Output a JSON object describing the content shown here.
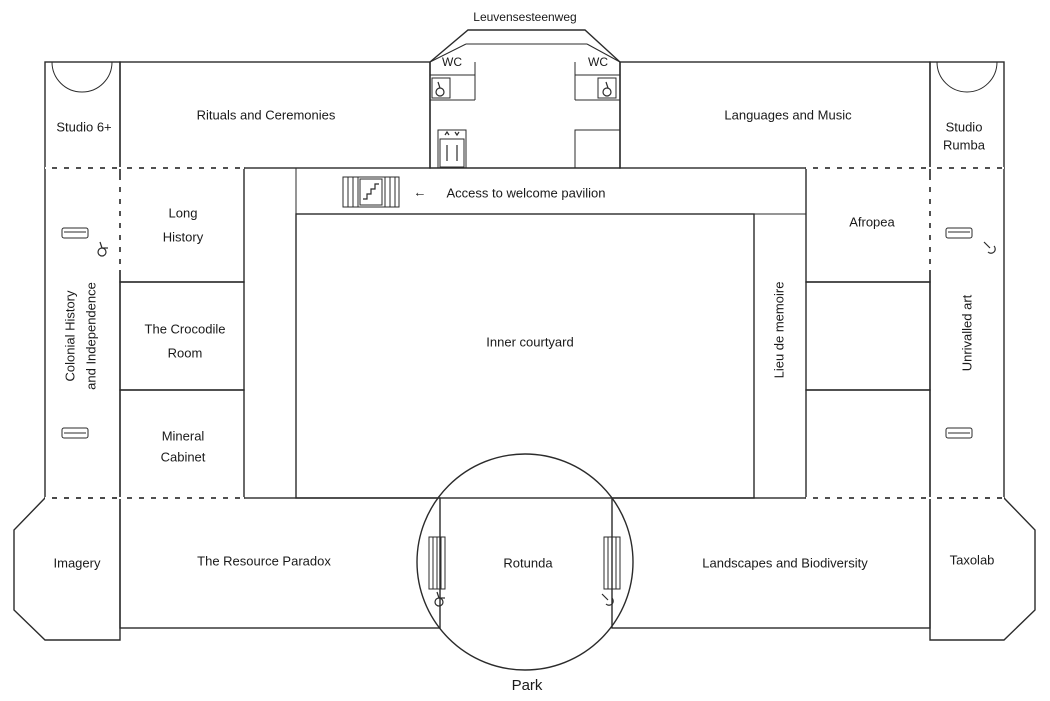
{
  "colors": {
    "rituals": "#eae1de",
    "studio6": "#eae1de",
    "languages": "#fdf8f1",
    "studioRumba": "#fdf8f1",
    "colonial": "#c3939b",
    "longHistory": "#dcc6b9",
    "crocodile": "#ffffff",
    "mineral": "#e09d94",
    "resource": "#e09d94",
    "imagery": "#97b6de",
    "afropea": "#ddeaf6",
    "unrivalled": "#d8c9be",
    "lieuRight": "#b3cbcb",
    "landscapes": "#b3cbcb",
    "taxolab": "#b3cbcb",
    "courtyard": "#f0f0f0"
  },
  "labels": {
    "street": "Leuvensesteenweg",
    "wc_left": "WC",
    "wc_right": "WC",
    "studio6": "Studio 6+",
    "rituals": "Rituals and Ceremonies",
    "languages": "Languages and Music",
    "studioRumba_1": "Studio",
    "studioRumba_2": "Rumba",
    "access": "Access to welcome pavilion",
    "access_arrow": "←",
    "longHistory_1": "Long",
    "longHistory_2": "History",
    "afropea": "Afropea",
    "colonial_1": "Colonial History",
    "colonial_2": "and Independence",
    "crocodile_1": "The Crocodile",
    "crocodile_2": "Room",
    "innerCourtyard": "Inner courtyard",
    "lieu": "Lieu de memoire",
    "unrivalled": "Unrivalled art",
    "mineral_1": "Mineral",
    "mineral_2": "Cabinet",
    "imagery": "Imagery",
    "resource": "The Resource Paradox",
    "rotunda": "Rotunda",
    "landscapes": "Landscapes and Biodiversity",
    "taxolab": "Taxolab",
    "park": "Park"
  },
  "icons": [
    "wheelchair-icon",
    "stairs-icon",
    "elevator-icon",
    "audio-guide-icon",
    "bench-icon"
  ]
}
